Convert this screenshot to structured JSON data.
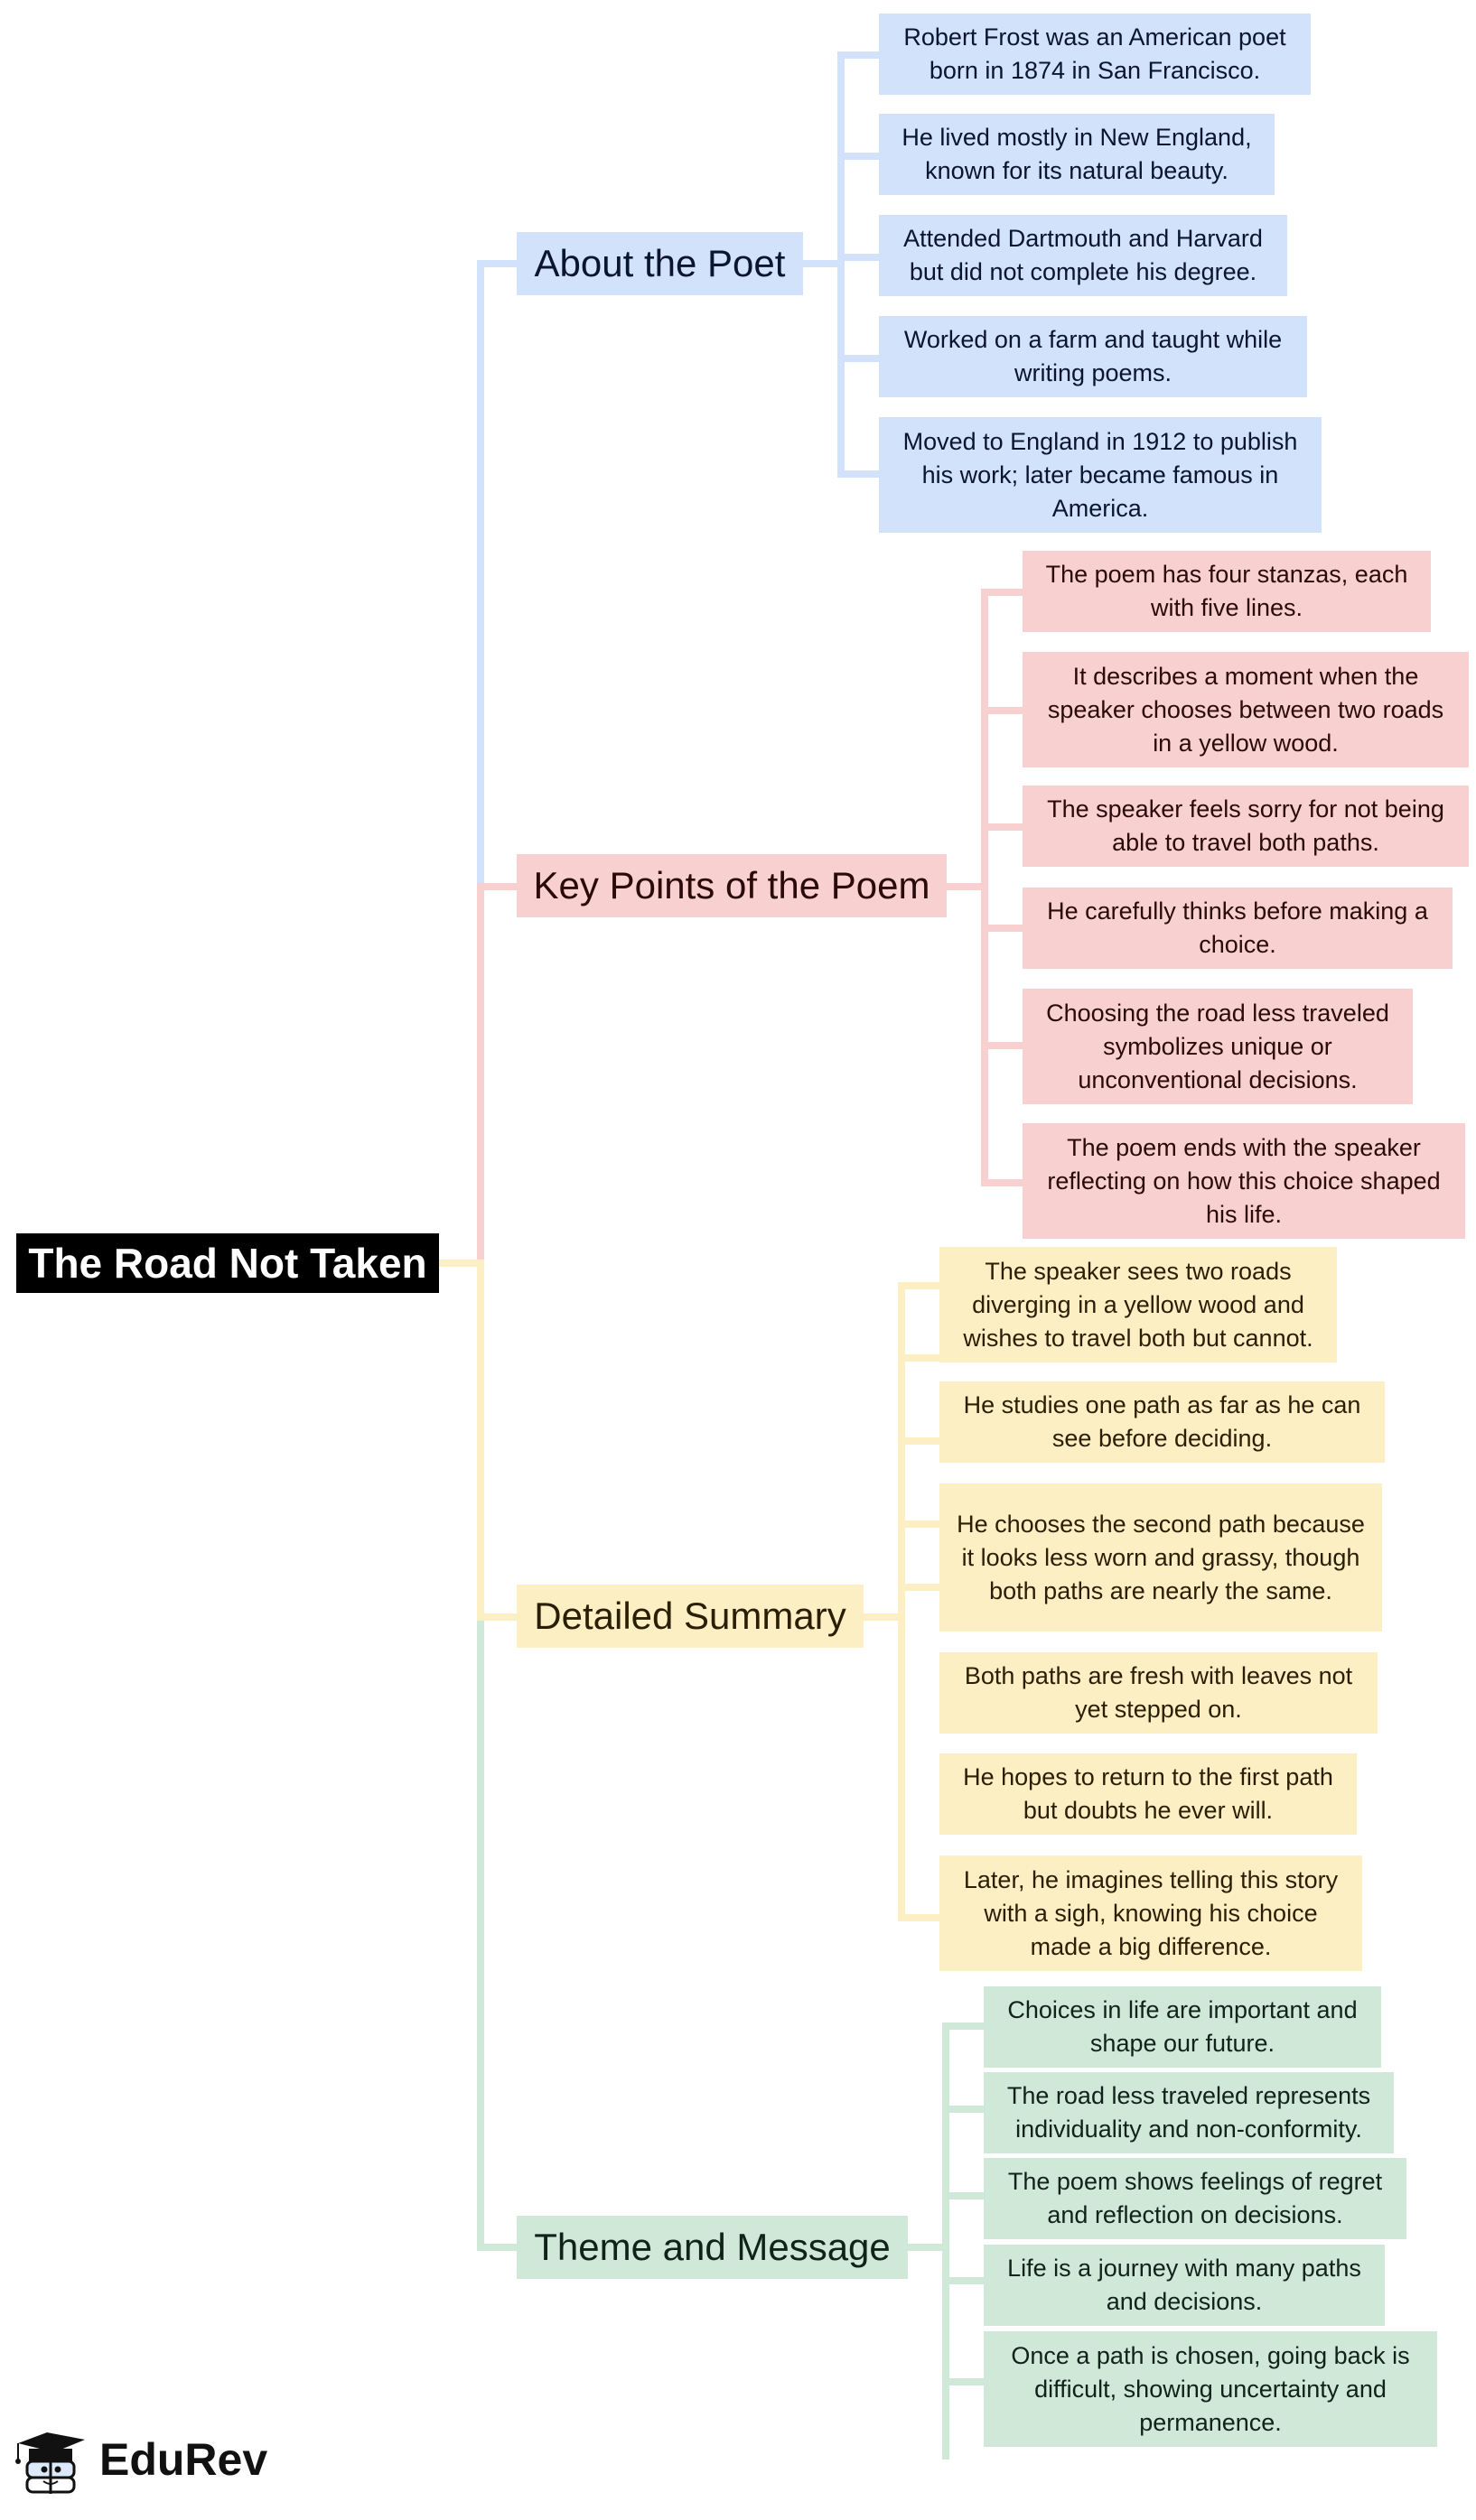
{
  "root": {
    "title": "The Road Not Taken"
  },
  "colors": {
    "blue": "#d3e2fb",
    "red": "#f8d0cf",
    "yellow": "#fdefc4",
    "green": "#cfe8d8",
    "root": "#000000"
  },
  "branches": [
    {
      "label": "About the Poet",
      "color": "blue",
      "items": [
        "Robert Frost was an American poet born in 1874 in San Francisco.",
        "He lived mostly in New England, known for its natural beauty.",
        "Attended Dartmouth and Harvard but did not complete his degree.",
        "Worked on a farm and taught while writing poems.",
        "Moved to England in 1912 to publish his work; later became famous in America."
      ]
    },
    {
      "label": "Key Points of the Poem",
      "color": "red",
      "items": [
        "The poem has four stanzas, each with five lines.",
        "It describes a moment when the speaker chooses between two roads in a yellow wood.",
        "The speaker feels sorry for not being able to travel both paths.",
        "He carefully thinks before making a choice.",
        "Choosing the road less traveled symbolizes unique or unconventional decisions.",
        "The poem ends with the speaker reflecting on how this choice shaped his life."
      ]
    },
    {
      "label": "Detailed Summary",
      "color": "yellow",
      "items": [
        "The speaker sees two roads diverging in a yellow wood and wishes to travel both but cannot.",
        "He studies one path as far as he can see before deciding.",
        "He chooses the second path because it looks less worn and grassy, though both paths are nearly the same.",
        "Both paths are fresh with leaves not yet stepped on.",
        "He hopes to return to the first path but doubts he ever will.",
        "Later, he imagines telling this story with a sigh, knowing his choice made a big difference."
      ]
    },
    {
      "label": "Theme and Message",
      "color": "green",
      "items": [
        "Choices in life are important and shape our future.",
        "The road less traveled represents individuality and non-conformity.",
        "The poem shows feelings of regret and reflection on decisions.",
        "Life is a journey with many paths and decisions.",
        "Once a path is chosen, going back is difficult, showing uncertainty and permanence."
      ]
    }
  ],
  "logo": {
    "text": "EduRev",
    "icon": "graduation-cap-mascot-icon"
  }
}
